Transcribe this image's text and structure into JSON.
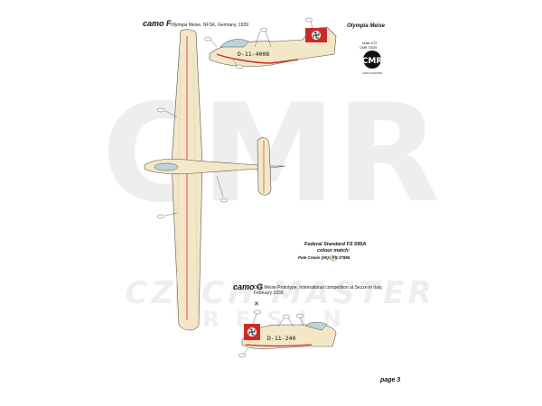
{
  "camo_f": {
    "title": "camo F",
    "caption": "Olympia Meise, NFSK, Germany, 1939",
    "registration": "D-11-4008"
  },
  "camo_g": {
    "title": "camo G",
    "caption_line1": "DFS Meise Prototype, International competition at Sezze in Italy,",
    "caption_line2": "February 1939",
    "registration": "D-11-240"
  },
  "brand": {
    "model_name": "Olympia Meise",
    "scale": "scale 1/72",
    "code": "CMR 72029",
    "logo_letters": "CMR",
    "logo_sub": "CZECH MASTER",
    "watermark_letters": "CMR",
    "watermark_line1": "CZECH MASTER",
    "watermark_line2": "RESIN"
  },
  "colour_match": {
    "heading1": "Federal Standard FS 595A",
    "heading2": "colour match:",
    "line_label": "Pale Cream (50) - FS 37886"
  },
  "footer": {
    "page_label": "page 3"
  },
  "colors": {
    "cream": "#f3e7c8",
    "red": "#cc2a2a",
    "black": "#111111",
    "watermark": "#ececec"
  }
}
